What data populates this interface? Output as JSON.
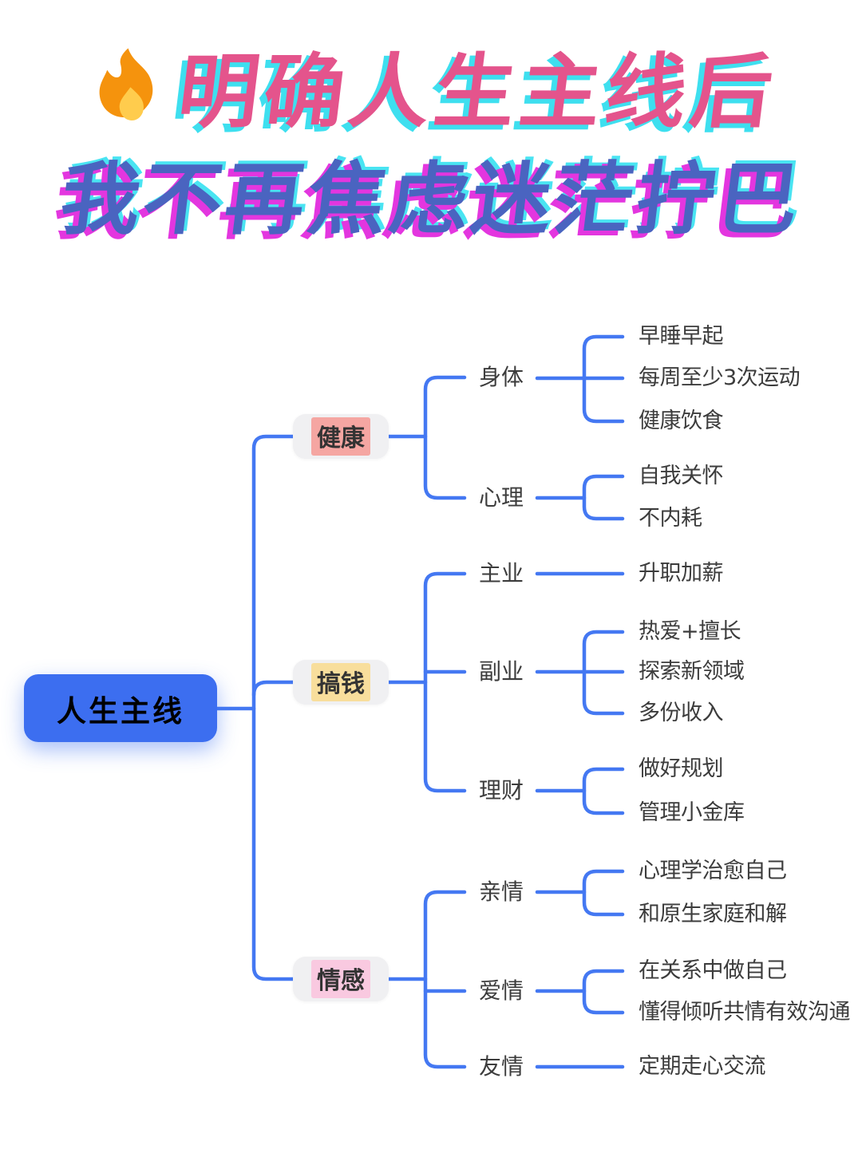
{
  "title": {
    "line1": "明确人生主线后",
    "line2": "我不再焦虑迷茫拧巴",
    "flame_icon": "fire",
    "line1_color": "#E4548C",
    "line1_shadow_color": "#3EDFEF",
    "line2_color": "#4A64C0",
    "line2_shadow_color": "#E336DF"
  },
  "mindmap": {
    "connector_color": "#4478F2",
    "node_box_bg": "#F0F0F2",
    "root": {
      "label": "人生主线",
      "bg": "#3C6EF0",
      "text_color": "#FFFFFF"
    },
    "branches": [
      {
        "label": "健康",
        "highlight": "#F5A6A2",
        "children": [
          {
            "label": "身体",
            "items": [
              "早睡早起",
              "每周至少3次运动",
              "健康饮食"
            ]
          },
          {
            "label": "心理",
            "items": [
              "自我关怀",
              "不内耗"
            ]
          }
        ]
      },
      {
        "label": "搞钱",
        "highlight": "#F8DE9C",
        "children": [
          {
            "label": "主业",
            "items": [
              "升职加薪"
            ]
          },
          {
            "label": "副业",
            "items": [
              "热爱+擅长",
              "探索新领域",
              "多份收入"
            ]
          },
          {
            "label": "理财",
            "items": [
              "做好规划",
              "管理小金库"
            ]
          }
        ]
      },
      {
        "label": "情感",
        "highlight": "#F9C9E0",
        "children": [
          {
            "label": "亲情",
            "items": [
              "心理学治愈自己",
              "和原生家庭和解"
            ]
          },
          {
            "label": "爱情",
            "items": [
              "在关系中做自己",
              "懂得倾听共情有效沟通"
            ]
          },
          {
            "label": "友情",
            "items": [
              "定期走心交流"
            ]
          }
        ]
      }
    ]
  }
}
